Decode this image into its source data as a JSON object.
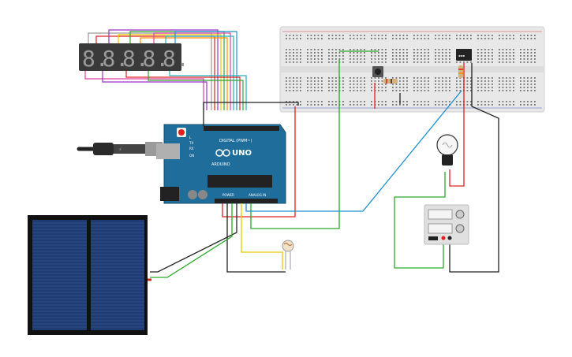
{
  "canvas": {
    "background": "#ffffff"
  },
  "arduino": {
    "brand_text": "ARDUINO",
    "model_text": "UNO",
    "digital_header_label": "DIGITAL (PWM~)",
    "power_label": "POWER",
    "analog_label": "ANALOG IN",
    "tx_label": "TX",
    "rx_label": "RX",
    "l_label": "L",
    "on_label": "ON",
    "board_color": "#1e6d9a"
  },
  "display": {
    "digit_glyph": "8.",
    "digit_count": 5
  },
  "palette": {
    "wire_red": "#e02020",
    "wire_black": "#222222",
    "wire_green": "#2aa82a",
    "wire_blue": "#1f8fd0",
    "wire_yellow": "#e8c800",
    "wire_orange": "#ff8c00",
    "wire_purple": "#9b30c8",
    "wire_pink": "#e040a0",
    "wire_gray": "#9a9a9a",
    "wire_cyan": "#20b0c0",
    "breadboard": "#e8e8e8",
    "solar_cell": "#1f3d73"
  },
  "icons": [
    "usb-cable-icon",
    "light-bulb-icon",
    "photoresistor-icon"
  ]
}
